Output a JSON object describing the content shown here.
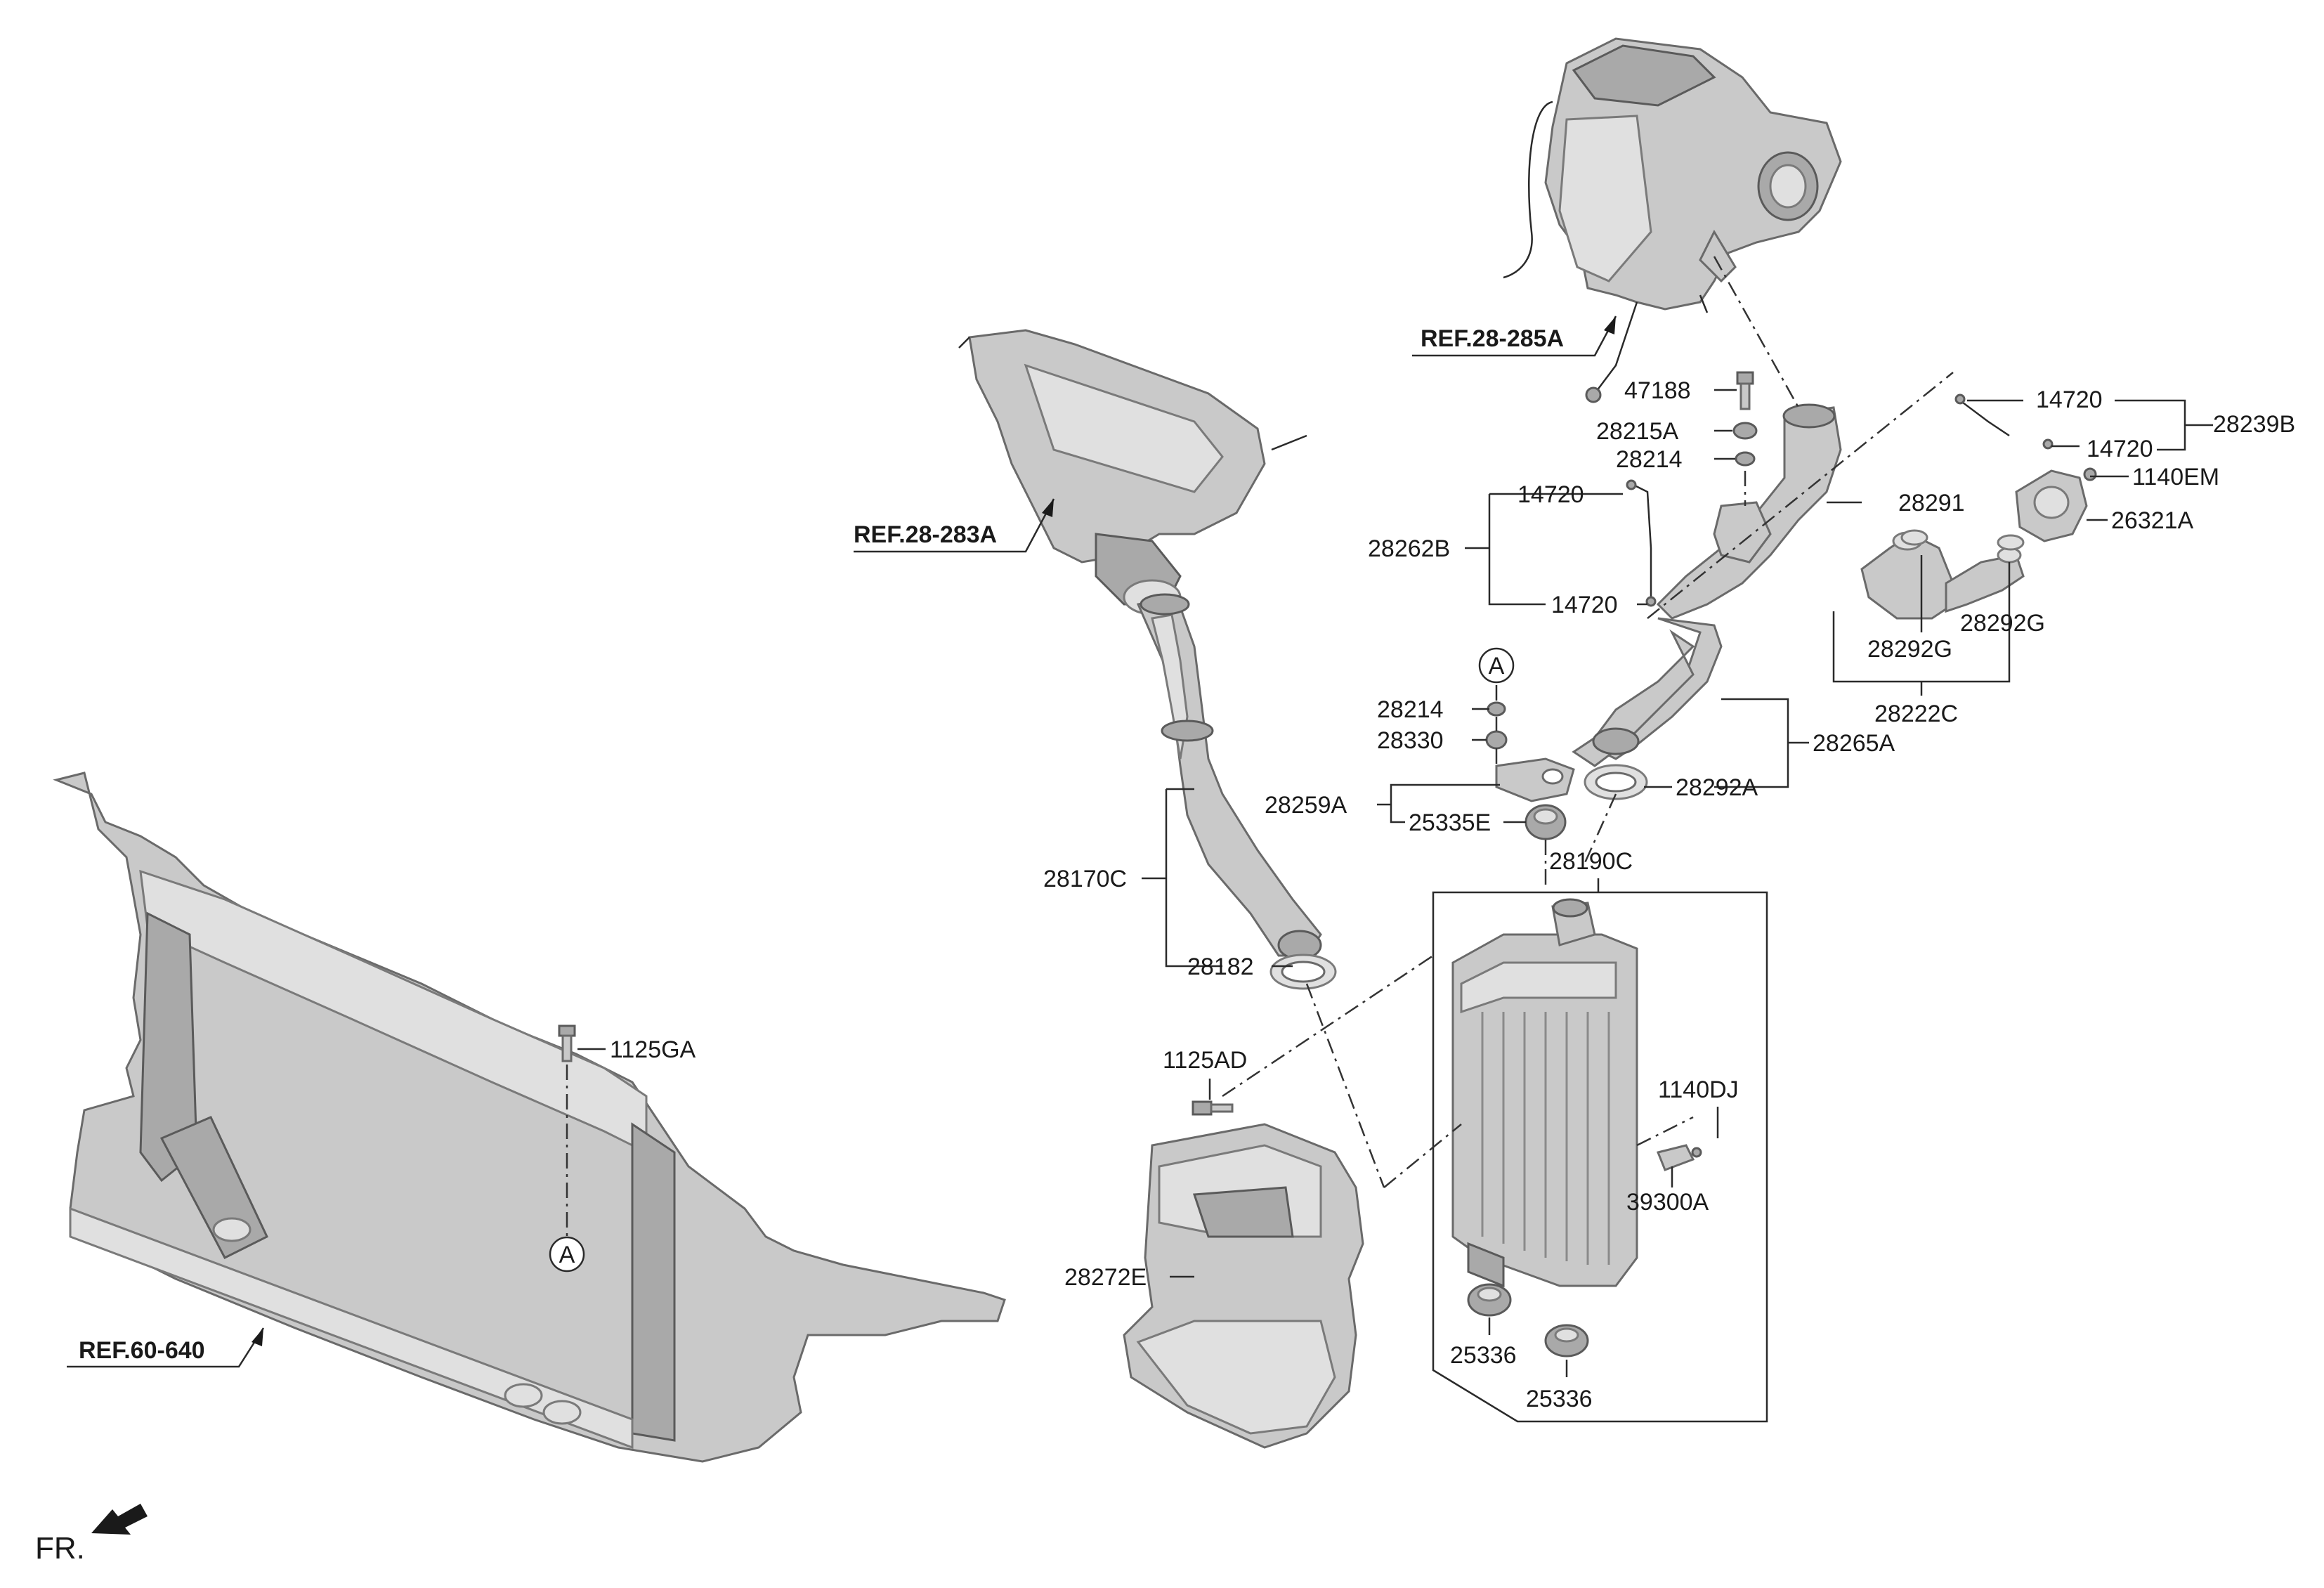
{
  "refs": {
    "ref_28_285A": "REF.28-285A",
    "ref_28_283A": "REF.28-283A",
    "ref_60_640": "REF.60-640"
  },
  "labels": {
    "p47188": "47188",
    "p28215A": "28215A",
    "p28214_top": "28214",
    "p14720_a": "14720",
    "p14720_b": "14720",
    "p14720_c": "14720",
    "p14720_d": "14720",
    "p28239B": "28239B",
    "p1140EM": "1140EM",
    "p26321A": "26321A",
    "p28262B": "28262B",
    "p28291": "28291",
    "p28292G_a": "28292G",
    "p28292G_b": "28292G",
    "p28222C": "28222C",
    "p28214_mid": "28214",
    "p28330": "28330",
    "p28265A": "28265A",
    "p28259A": "28259A",
    "p28292A": "28292A",
    "p25335E": "25335E",
    "p28190C": "28190C",
    "p28170C": "28170C",
    "p28182": "28182",
    "p1125AD": "1125AD",
    "p1125GA": "1125GA",
    "p1140DJ": "1140DJ",
    "p39300A": "39300A",
    "p28272E": "28272E",
    "p25336_a": "25336",
    "p25336_b": "25336"
  },
  "callouts": {
    "A_top": "A",
    "A_bottom": "A"
  },
  "direction": {
    "fr": "FR."
  }
}
